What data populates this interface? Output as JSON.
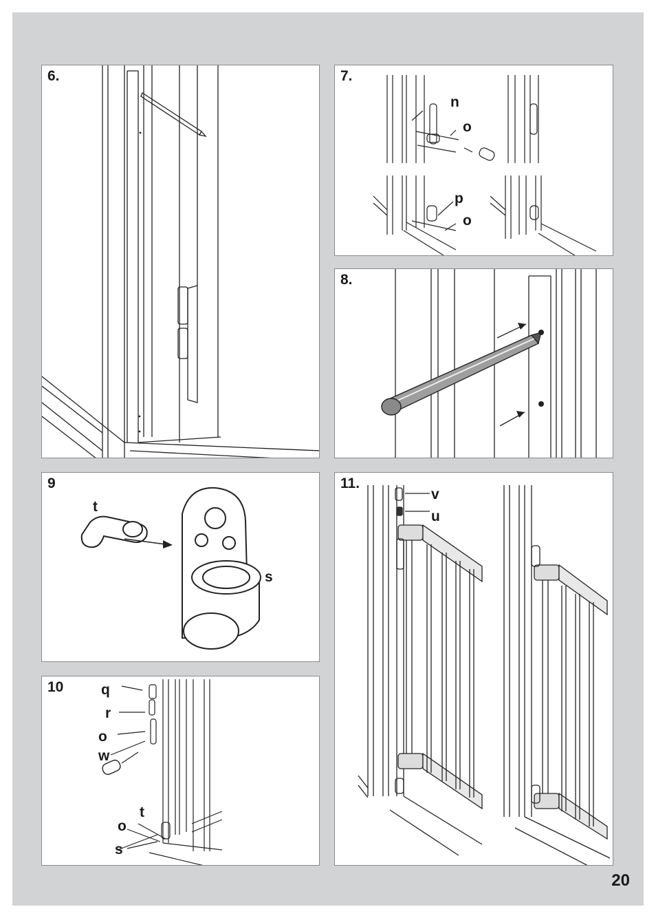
{
  "page_number": "20",
  "panels": {
    "p6": {
      "step": "6."
    },
    "p7": {
      "step": "7.",
      "labels": {
        "n": "n",
        "o1": "o",
        "p": "p",
        "o2": "o"
      }
    },
    "p8": {
      "step": "8."
    },
    "p9": {
      "step": "9",
      "labels": {
        "t": "t",
        "s": "s"
      }
    },
    "p10": {
      "step": "10",
      "labels": {
        "q": "q",
        "r": "r",
        "o1": "o",
        "w": "w",
        "t": "t",
        "o2": "o",
        "s": "s"
      }
    },
    "p11": {
      "step": "11.",
      "labels": {
        "v": "v",
        "u": "u"
      }
    }
  }
}
